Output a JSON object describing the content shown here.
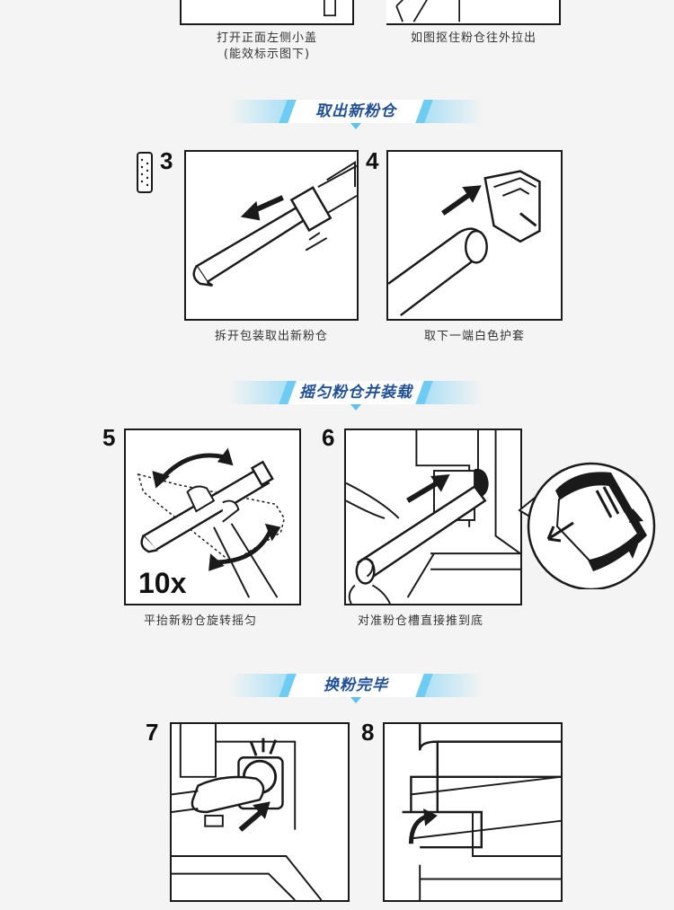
{
  "steps_top": {
    "step1_caption_line1": "打开正面左侧小盖",
    "step1_caption_line2": "(能效标示图下)",
    "step2_caption": "如图抠住粉仓往外拉出"
  },
  "sections": [
    {
      "title": "取出新粉仓"
    },
    {
      "title": "摇匀粉仓并装载"
    },
    {
      "title": "换粉完毕"
    }
  ],
  "steps": [
    {
      "number": "3",
      "caption": "拆开包装取出新粉仓"
    },
    {
      "number": "4",
      "caption": "取下一端白色护套"
    },
    {
      "number": "5",
      "caption": "平抬新粉仓旋转摇匀",
      "badge": "10x"
    },
    {
      "number": "6",
      "caption": "对准粉仓槽直接推到底"
    },
    {
      "number": "7",
      "caption": ""
    },
    {
      "number": "8",
      "caption": ""
    }
  ],
  "colors": {
    "banner_text": "#1f4f95",
    "banner_accent": "#6ecbf2",
    "line_art": "#1a1a1a"
  }
}
